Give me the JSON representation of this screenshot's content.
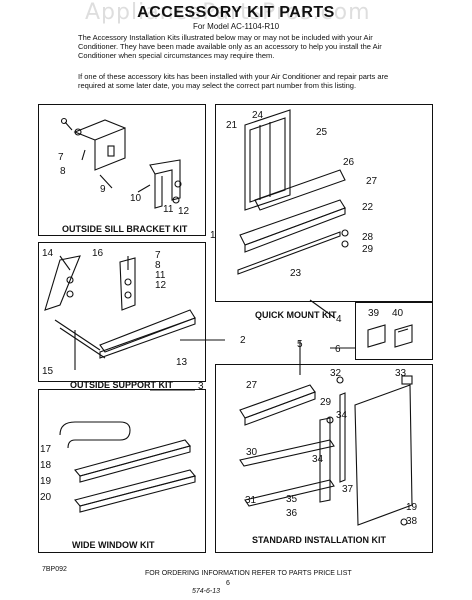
{
  "header": {
    "title": "ACCESSORY KIT PARTS",
    "subtitle": "For Model AC-1104-R10",
    "watermark": "AppliancePartsPros.com"
  },
  "intro": {
    "paragraph1": "The Accessory Installation Kits illustrated below may or may not be included with your Air Conditioner. They have been made available only as an accessory to help you install the Air Conditioner when special circumstances may require them.",
    "paragraph2": "If one of these accessory kits has been installed with your Air Conditioner and repair parts are required at some later date, you may select the correct part number from this listing."
  },
  "kits": {
    "outside_sill": "OUTSIDE SILL BRACKET KIT",
    "outside_support": "OUTSIDE SUPPORT KIT",
    "wide_window": "WIDE WINDOW KIT",
    "quick_mount": "QUICK MOUNT KIT",
    "standard": "STANDARD INSTALLATION KIT"
  },
  "callouts": {
    "sill": [
      "7",
      "8",
      "9",
      "10",
      "11",
      "12"
    ],
    "sill_kit_ref": "1",
    "support": [
      "14",
      "16",
      "7",
      "8",
      "11",
      "12",
      "15",
      "13"
    ],
    "support_kit_ref": "2",
    "wide_window": [
      "17",
      "18",
      "19",
      "20"
    ],
    "wide_window_kit_ref": "3",
    "quick_mount": [
      "21",
      "24",
      "25",
      "26",
      "27",
      "22",
      "28",
      "29",
      "23"
    ],
    "quick_mount_kit_ref": "4",
    "quick_mount_extra": [
      "39",
      "40"
    ],
    "extra_kit_ref": "6",
    "standard": [
      "27",
      "32",
      "33",
      "29",
      "34",
      "30",
      "34",
      "31",
      "35",
      "36",
      "37",
      "19",
      "38"
    ],
    "standard_kit_ref": "5"
  },
  "footer": {
    "code": "7BP092",
    "instruction": "FOR ORDERING INFORMATION REFER TO PARTS PRICE LIST",
    "page": "6",
    "stamp": "574-6-13"
  }
}
